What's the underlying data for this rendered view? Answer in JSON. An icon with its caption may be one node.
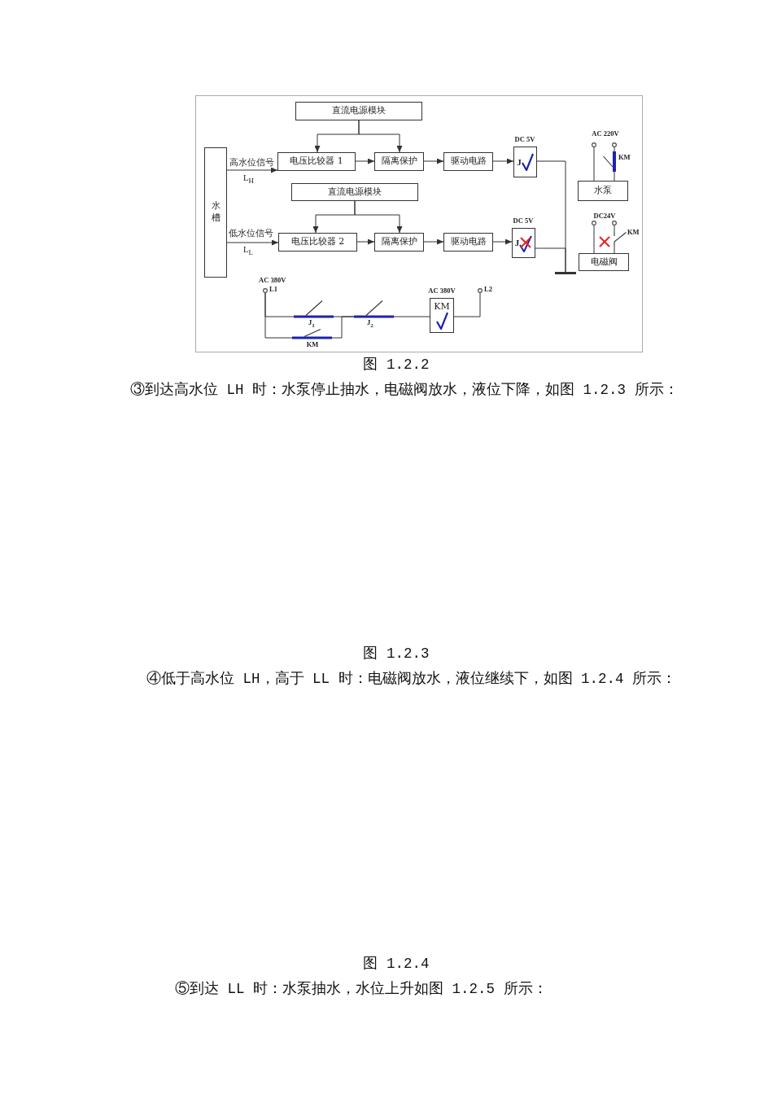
{
  "diagram": {
    "caption": "图 1.2.2",
    "nodes": [
      {
        "text": [
          "直流电源模块"
        ]
      },
      {
        "text": [
          "水槽"
        ]
      },
      {
        "text": [
          "电压比较器 1"
        ]
      },
      {
        "text": [
          "隔离保护"
        ]
      },
      {
        "text": [
          "驱动电路"
        ]
      },
      {
        "text": [
          "J"
        ],
        "beside": [
          "DC 5V"
        ]
      },
      {
        "text": [],
        "shape": "circle"
      },
      {
        "text": [],
        "shape": "circle"
      },
      {
        "text": [],
        "shape": "switch",
        "beside": [
          "KM"
        ]
      },
      {
        "text": [
          "水泵"
        ]
      },
      {
        "text": [
          "直流电源模块"
        ]
      },
      {
        "text": [
          "电压比较器 2"
        ]
      },
      {
        "text": [
          "隔离保护"
        ]
      },
      {
        "text": [
          "驱动电路"
        ]
      },
      {
        "text": [
          "J"
        ],
        "beside": [
          "DC 5V"
        ]
      },
      {
        "text": [],
        "shape": "circle"
      },
      {
        "text": [],
        "shape": "circle"
      },
      {
        "text": [],
        "shape": "switch",
        "beside": [
          "KM"
        ]
      },
      {
        "text": [
          "电磁阀"
        ]
      },
      {
        "text": [],
        "shape": "bar"
      },
      {
        "text": [],
        "shape": "circle",
        "beside": [
          "AC 380V",
          "L1"
        ]
      },
      {
        "text": [],
        "shape": "switch",
        "beside": [
          "J$_{1}$"
        ]
      },
      {
        "text": [],
        "shape": "switch",
        "beside": [
          "J$_{2}$"
        ]
      },
      {
        "text": [
          "KM"
        ],
        "beside": [
          "AC 380V"
        ]
      },
      {
        "text": [],
        "shape": "circle",
        "beside": [
          "L2"
        ]
      },
      {
        "text": [],
        "shape": "switch",
        "beside": [
          "KM"
        ]
      }
    ],
    "edges": [
      {
        "from": 0,
        "to": 2,
        "arrow": "to"
      },
      {
        "from": 0,
        "to": 3,
        "arrow": "to"
      },
      {
        "from": 1,
        "to": 2,
        "arrow": "to",
        "label": "高水位信号"
      },
      {
        "from": 2,
        "to": 3,
        "arrow": "to"
      },
      {
        "from": 3,
        "to": 4,
        "arrow": "to"
      },
      {
        "from": 4,
        "to": 5,
        "arrow": "to"
      },
      {
        "from": 5,
        "to": 19,
        "arrow": "none"
      },
      {
        "from": 6,
        "to": 9,
        "arrow": "none"
      },
      {
        "from": 7,
        "to": 8,
        "arrow": "none"
      },
      {
        "from": 8,
        "to": 9,
        "arrow": "none"
      },
      {
        "from": 10,
        "to": 11,
        "arrow": "to"
      },
      {
        "from": 10,
        "to": 12,
        "arrow": "to"
      },
      {
        "from": 1,
        "to": 11,
        "arrow": "to",
        "label": "低水位信号"
      },
      {
        "from": 11,
        "to": 12,
        "arrow": "to"
      },
      {
        "from": 12,
        "to": 13,
        "arrow": "to"
      },
      {
        "from": 13,
        "to": 14,
        "arrow": "to"
      },
      {
        "from": 14,
        "to": 19,
        "arrow": "none"
      },
      {
        "from": 15,
        "to": 18,
        "arrow": "none"
      },
      {
        "from": 16,
        "to": 17,
        "arrow": "none"
      },
      {
        "from": 17,
        "to": 18,
        "arrow": "none"
      },
      {
        "from": 20,
        "to": 21,
        "arrow": "none"
      },
      {
        "from": 21,
        "to": 22,
        "arrow": "none"
      },
      {
        "from": 22,
        "to": 23,
        "arrow": "none"
      },
      {
        "from": 23,
        "to": 24,
        "arrow": "none"
      },
      {
        "from": 20,
        "to": 25,
        "arrow": "none"
      },
      {
        "from": 25,
        "to": 22,
        "arrow": "none"
      }
    ],
    "labels": [
      "AC 220V",
      "L$_{H}$",
      "DC24V",
      "L$_{L}$",
      "③到达高水位 LH 时：水泵停止抽水，电磁阀放水，液位下降，如图 1.2.3 所示：",
      "图 1.2.3",
      "④低于高水位 LH，高于 LL 时：电磁阀放水，液位继续下，如图 1.2.4 所示：",
      "图 1.2.4",
      "⑤到达 LL 时：水泵抽水，水位上升如图 1.2.5 所示："
    ]
  }
}
